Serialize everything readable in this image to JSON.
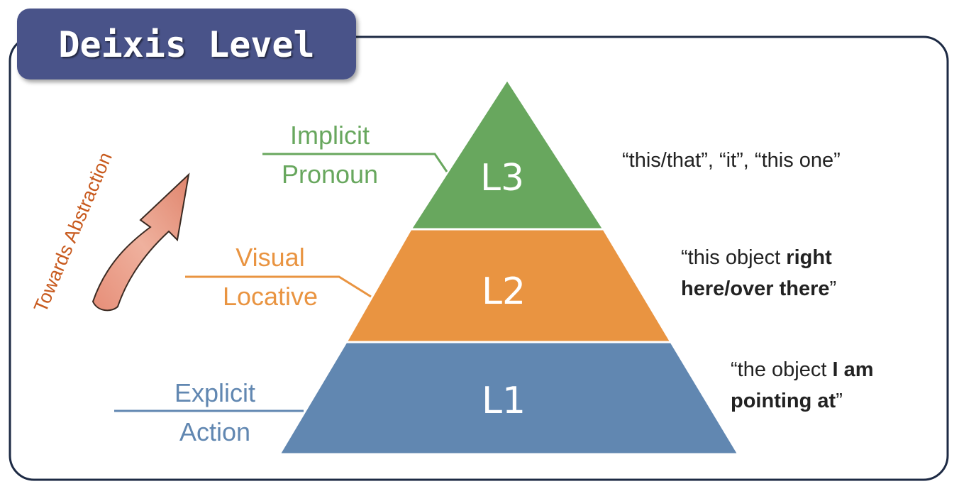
{
  "title": "Deixis Level",
  "arrow_label": "Towards Abstraction",
  "levels": [
    {
      "id": "L3",
      "label_line1": "Implicit",
      "label_line2": "Pronoun",
      "color": "#68a75e",
      "example_lines": [
        [
          {
            "text": "“this/that”, “it”, “this one”",
            "bold": false
          }
        ]
      ]
    },
    {
      "id": "L2",
      "label_line1": "Visual",
      "label_line2": "Locative",
      "color": "#e99441",
      "example_lines": [
        [
          {
            "text": "“this object ",
            "bold": false
          },
          {
            "text": "right",
            "bold": true
          }
        ],
        [
          {
            "text": "here/over there",
            "bold": true
          },
          {
            "text": "”",
            "bold": false
          }
        ]
      ]
    },
    {
      "id": "L1",
      "label_line1": "Explicit",
      "label_line2": "Action",
      "color": "#6187b1",
      "example_lines": [
        [
          {
            "text": "“the object ",
            "bold": false
          },
          {
            "text": "I am",
            "bold": true
          }
        ],
        [
          {
            "text": "pointing at",
            "bold": true
          },
          {
            "text": "”",
            "bold": false
          }
        ]
      ]
    }
  ],
  "colors": {
    "title_bg": "#4a5389",
    "frame": "#1d2a44",
    "arrow_label": "#c85a1e",
    "arrow_fill": "#e59a85",
    "quote_text": "#222222"
  }
}
